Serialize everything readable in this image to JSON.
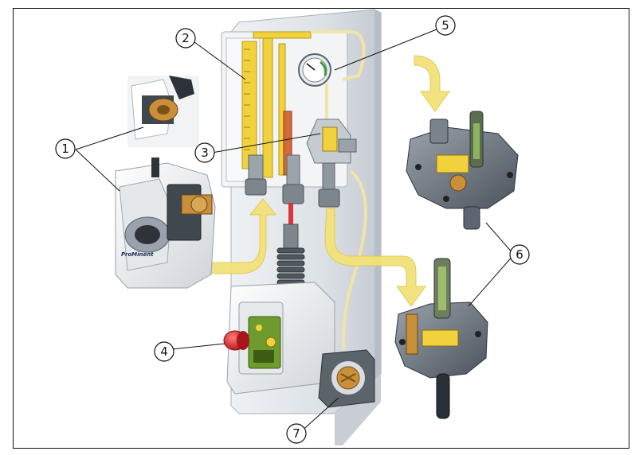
{
  "diagram": {
    "brand_text": "ProMinent",
    "callouts": [
      {
        "id": "1",
        "label": "1"
      },
      {
        "id": "2",
        "label": "2"
      },
      {
        "id": "3",
        "label": "3"
      },
      {
        "id": "4",
        "label": "4"
      },
      {
        "id": "5",
        "label": "5"
      },
      {
        "id": "6",
        "label": "6"
      },
      {
        "id": "7",
        "label": "7"
      }
    ],
    "colors": {
      "panel": "#dfe3e8",
      "panel_dark": "#b9bfc6",
      "tube_yellow": "#f2d23c",
      "tubing": "#f5e8b0",
      "arrow_yellow": "#f3e27a",
      "housing_gray": "#6c7580",
      "brass": "#c98f3a",
      "knob_red": "#d4242a",
      "module_green": "#6f9a2e",
      "outline": "#111111"
    }
  }
}
